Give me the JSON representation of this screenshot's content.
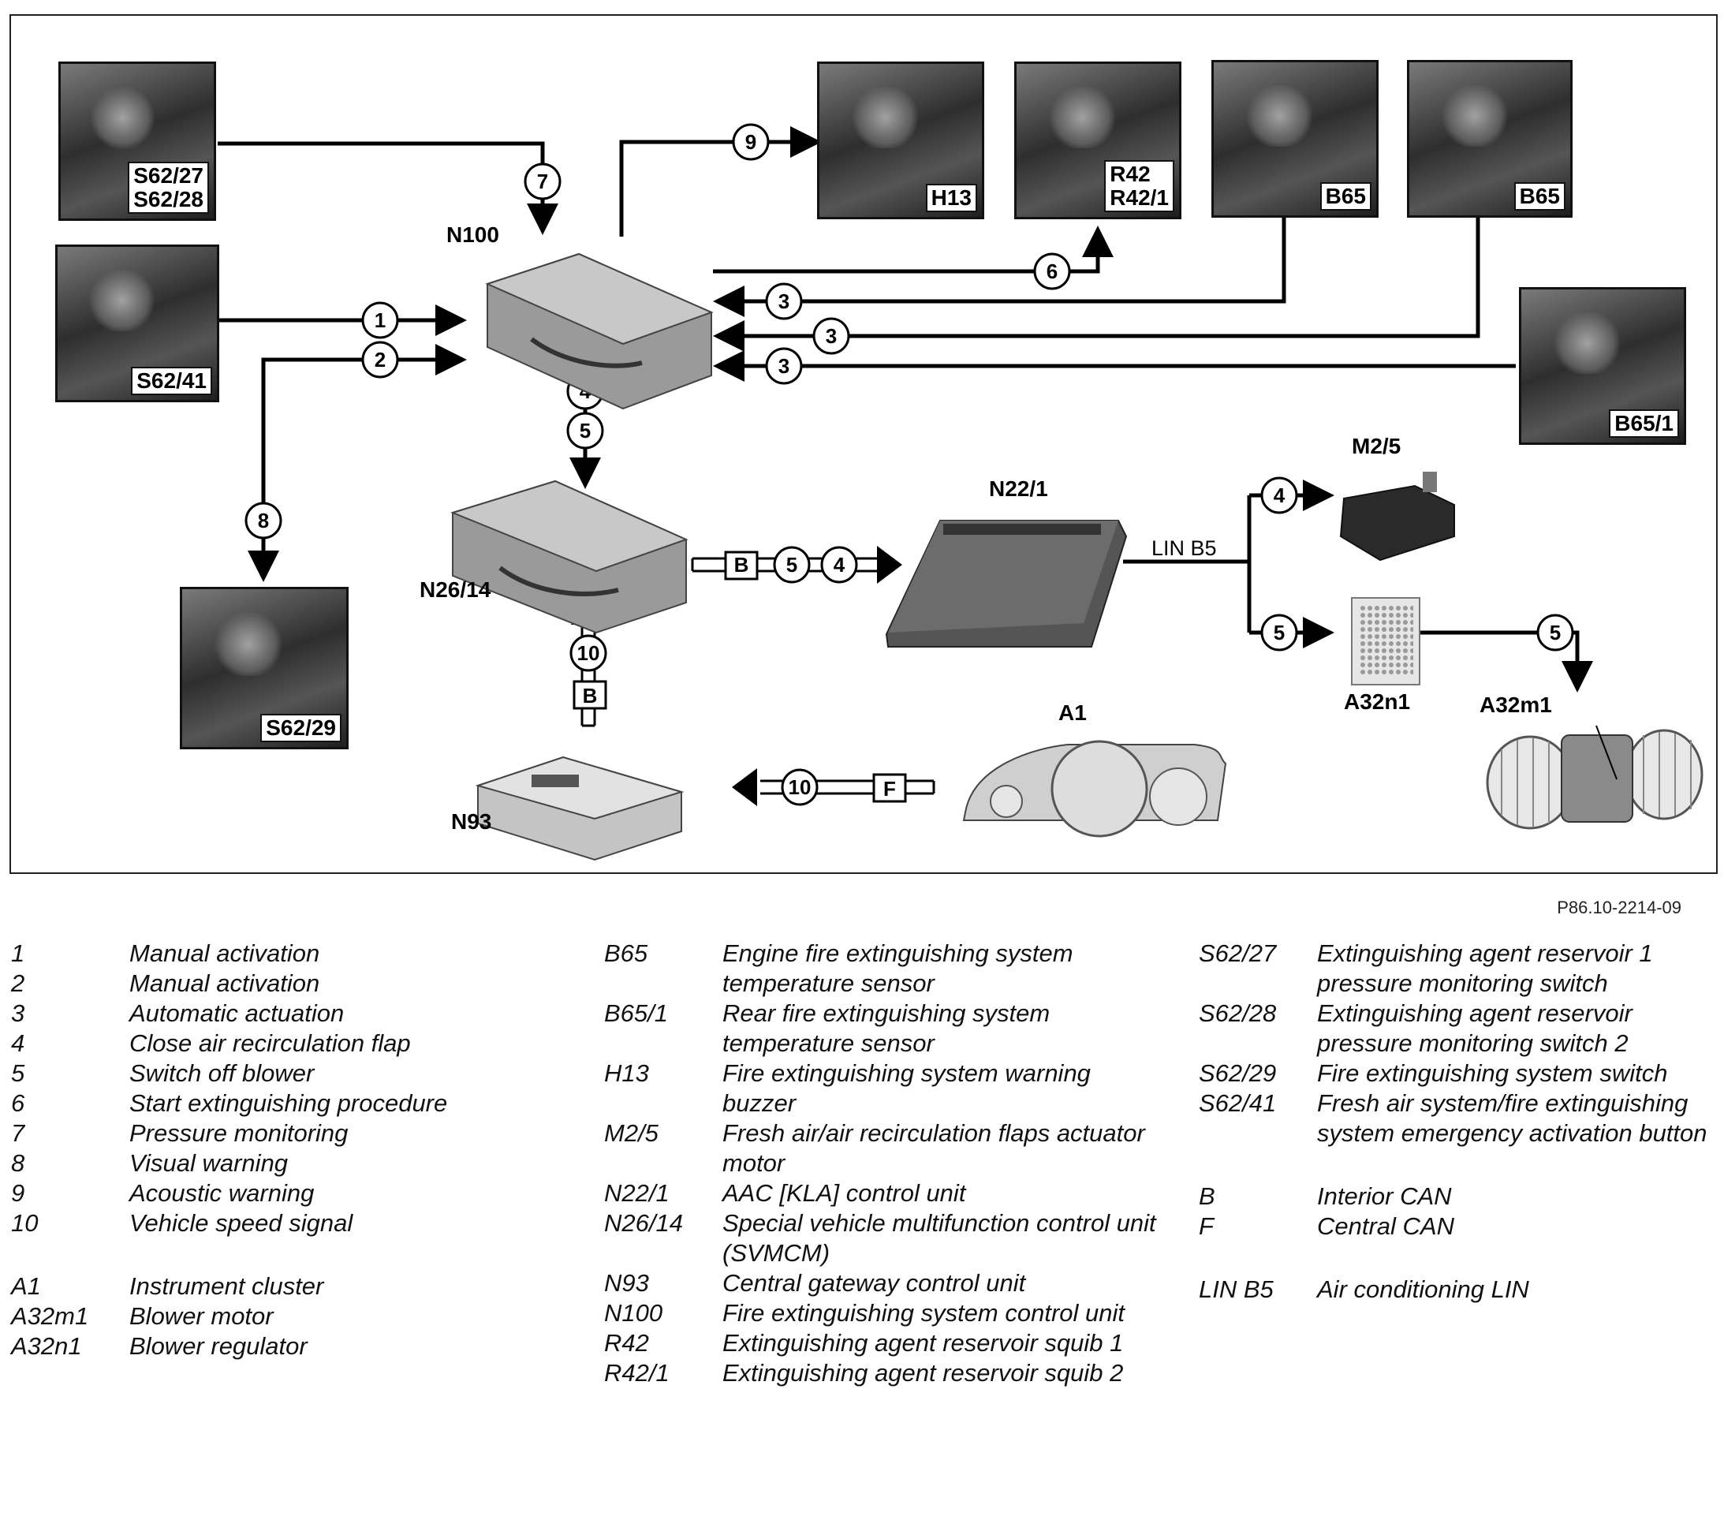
{
  "diagram": {
    "photos": {
      "s62_27": "S62/27\nS62/28",
      "s62_41": "S62/41",
      "s62_29": "S62/29",
      "h13": "H13",
      "r42": "R42\nR42/1",
      "b65a": "B65",
      "b65b": "B65",
      "b65_1": "B65/1"
    },
    "labels": {
      "n100": "N100",
      "n26_14": "N26/14",
      "n22_1": "N22/1",
      "n93": "N93",
      "a1": "A1",
      "m2_5": "M2/5",
      "a32n1": "A32n1",
      "a32m1": "A32m1",
      "lin_b5": "LIN B5"
    },
    "markers": {
      "m1": "1",
      "m2": "2",
      "m3": "3",
      "m4": "4",
      "m5": "5",
      "m6": "6",
      "m7": "7",
      "m8": "8",
      "m9": "9",
      "m10": "10",
      "bus_b": "B",
      "bus_f": "F"
    },
    "reference": "P86.10-2214-09"
  },
  "legend": {
    "col1": [
      {
        "code": "1",
        "text": "Manual activation"
      },
      {
        "code": "2",
        "text": "Manual activation"
      },
      {
        "code": "3",
        "text": "Automatic actuation"
      },
      {
        "code": "4",
        "text": "Close air recirculation flap"
      },
      {
        "code": "5",
        "text": "Switch off blower"
      },
      {
        "code": "6",
        "text": "Start extinguishing procedure"
      },
      {
        "code": "7",
        "text": "Pressure monitoring"
      },
      {
        "code": "8",
        "text": "Visual warning"
      },
      {
        "code": "9",
        "text": "Acoustic warning"
      },
      {
        "code": "10",
        "text": "Vehicle speed signal"
      }
    ],
    "col1b": [
      {
        "code": "A1",
        "text": "Instrument cluster"
      },
      {
        "code": "A32m1",
        "text": "Blower motor"
      },
      {
        "code": "A32n1",
        "text": "Blower regulator"
      }
    ],
    "col2": [
      {
        "code": "B65",
        "text": "Engine fire extinguishing system temperature sensor"
      },
      {
        "code": "B65/1",
        "text": "Rear fire extinguishing system temperature sensor"
      },
      {
        "code": "H13",
        "text": "Fire extinguishing system warning buzzer"
      },
      {
        "code": "M2/5",
        "text": "Fresh air/air recirculation flaps actuator motor"
      },
      {
        "code": "N22/1",
        "text": "AAC [KLA] control unit"
      },
      {
        "code": "N26/14",
        "text": "Special vehicle multifunction control unit (SVMCM)"
      },
      {
        "code": "N93",
        "text": "Central gateway control unit"
      },
      {
        "code": "N100",
        "text": "Fire extinguishing system control unit"
      },
      {
        "code": "R42",
        "text": "Extinguishing agent reservoir squib 1"
      },
      {
        "code": "R42/1",
        "text": "Extinguishing agent reservoir squib 2"
      }
    ],
    "col3": [
      {
        "code": "S62/27",
        "text": "Extinguishing agent reservoir 1 pressure monitoring switch"
      },
      {
        "code": "S62/28",
        "text": "Extinguishing agent reservoir pressure monitoring switch 2"
      },
      {
        "code": "S62/29",
        "text": "Fire extinguishing system switch"
      },
      {
        "code": "S62/41",
        "text": "Fresh air system/fire extinguishing system emergency activation button"
      }
    ],
    "col3b": [
      {
        "code": "B",
        "text": "Interior CAN"
      },
      {
        "code": "F",
        "text": "Central CAN"
      }
    ],
    "col3c": [
      {
        "code": "LIN B5",
        "text": "Air conditioning LIN"
      }
    ]
  }
}
